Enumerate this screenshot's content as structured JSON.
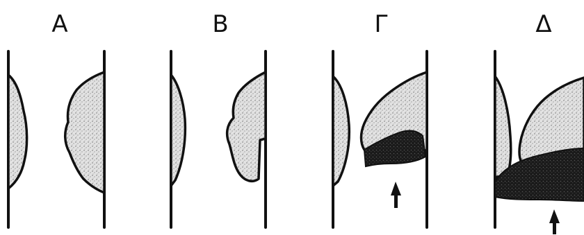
{
  "panels": [
    {
      "id": "A",
      "label": "A",
      "has_arrow": false
    },
    {
      "id": "B",
      "label": "B",
      "has_arrow": false
    },
    {
      "id": "G",
      "label": "Γ",
      "has_arrow": true
    },
    {
      "id": "D",
      "label": "Δ",
      "has_arrow": true
    }
  ],
  "colors": {
    "line": "#111111",
    "light_fill": "stippled-light-gray",
    "dark_fill": "stippled-dark"
  }
}
